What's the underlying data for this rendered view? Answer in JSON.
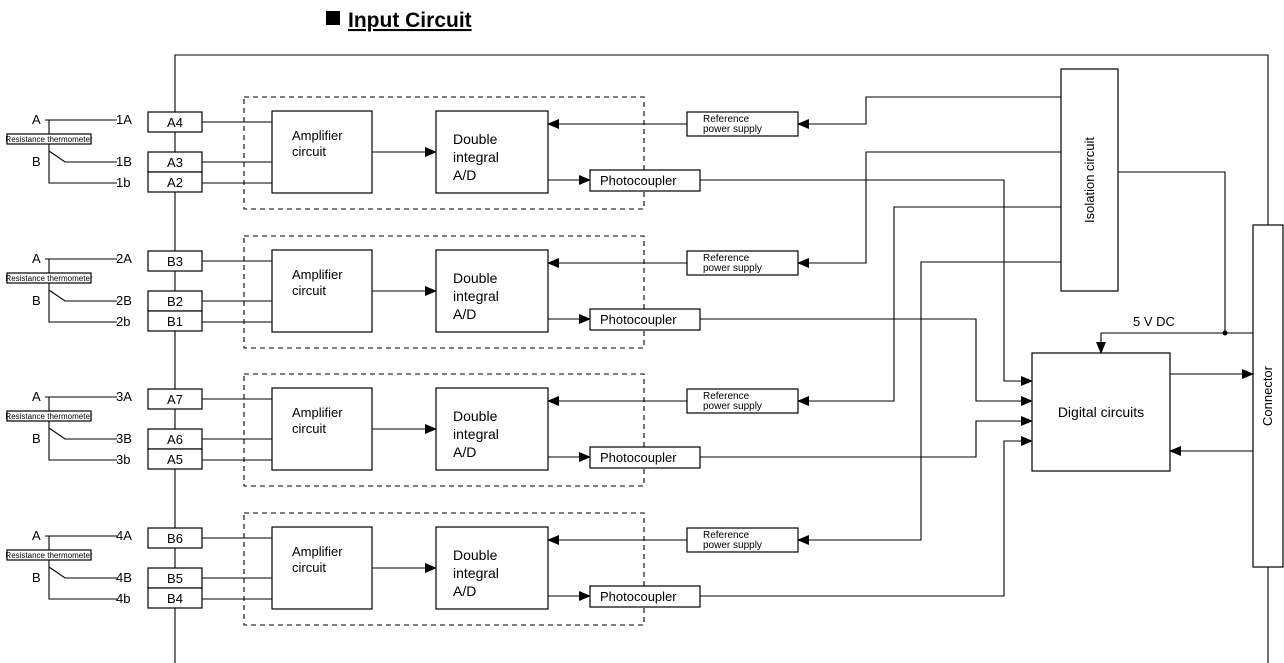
{
  "title": "Input Circuit",
  "channels": [
    {
      "sensor_a": "A",
      "sensor_b": "B",
      "thermometer_label": "Resistance thermometer",
      "wire_A": "1A",
      "wire_B": "1B",
      "wire_b": "1b",
      "term_A": "A4",
      "term_B": "A3",
      "term_b": "A2"
    },
    {
      "sensor_a": "A",
      "sensor_b": "B",
      "thermometer_label": "Resistance thermometer",
      "wire_A": "2A",
      "wire_B": "2B",
      "wire_b": "2b",
      "term_A": "B3",
      "term_B": "B2",
      "term_b": "B1"
    },
    {
      "sensor_a": "A",
      "sensor_b": "B",
      "thermometer_label": "Resistance thermometer",
      "wire_A": "3A",
      "wire_B": "3B",
      "wire_b": "3b",
      "term_A": "A7",
      "term_B": "A6",
      "term_b": "A5"
    },
    {
      "sensor_a": "A",
      "sensor_b": "B",
      "thermometer_label": "Resistance thermometer",
      "wire_A": "4A",
      "wire_B": "4B",
      "wire_b": "4b",
      "term_A": "B6",
      "term_B": "B5",
      "term_b": "B4"
    }
  ],
  "blocks": {
    "amplifier_line1": "Amplifier",
    "amplifier_line2": "circuit",
    "adc_line1": "Double",
    "adc_line2": "integral",
    "adc_line3": "A/D",
    "photocoupler": "Photocoupler",
    "reference_line1": "Reference",
    "reference_line2": "power supply",
    "isolation": "Isolation circuit",
    "digital": "Digital circuits",
    "connector": "Connector",
    "supply": "5 V DC"
  }
}
